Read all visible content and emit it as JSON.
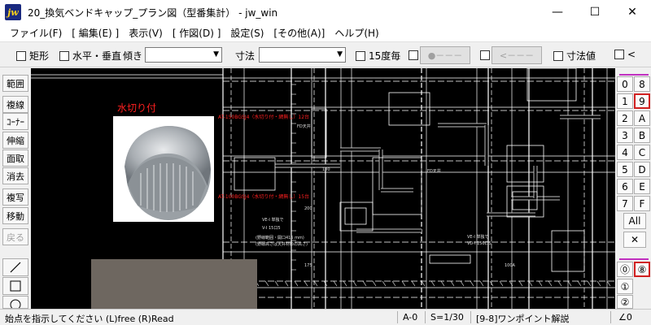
{
  "window": {
    "app_icon": "jw",
    "title": "20_換気ベンドキャップ_プラン図（型番集計） - jw_win",
    "minimize": "—",
    "maximize": "☐",
    "close": "✕"
  },
  "menu": [
    "ファイル(F)",
    "[ 編集(E) ]",
    "表示(V)",
    "[ 作図(D) ]",
    "設定(S)",
    "[その他(A)]",
    "ヘルプ(H)"
  ],
  "toolbar": {
    "rect": "矩形",
    "horiz_vert": "水平・垂直",
    "tilt": "傾き",
    "tilt_value": "",
    "dim": "寸法",
    "dim_value": "",
    "deg15": "15度毎",
    "dots_btn": "●－－－",
    "arrow_btn": "<－－－",
    "dim_val": "寸法値",
    "lt": "<"
  },
  "left_tools": [
    "範囲",
    "複線",
    "ｺｰﾅｰ",
    "伸縮",
    "面取",
    "消去",
    "複写",
    "移動",
    "戻る"
  ],
  "draw_tools": {
    "line": "line-tool-icon",
    "rect": "rectangle-tool-icon",
    "circle": "circle-tool-icon"
  },
  "right_layers": {
    "row1": [
      "0",
      "8"
    ],
    "row2": [
      "1",
      "9"
    ],
    "letters": [
      "2",
      "A",
      "3",
      "B",
      "4",
      "C",
      "5",
      "D",
      "6",
      "E",
      "7",
      "F"
    ],
    "all": "All",
    "cross": "✕",
    "circled": [
      "⓪",
      "⑧",
      "①",
      "②"
    ]
  },
  "canvas": {
    "label": "水切り付",
    "note1": "AT-150BGSJ4（水切り付・網無し）12台",
    "note2": "AT-100BGSJ4（水切り付・網無し）15台",
    "small_texts": [
      "VE-I 単独で",
      "V-I 15口5",
      "(野線範囲・開口415 mm)",
      "(野線高さは天井材料の高さ)",
      "FD天井",
      "FD天井",
      "100",
      "175",
      "200",
      "100A",
      "VE-I 単独で",
      "VD-I 150口5"
    ]
  },
  "status": {
    "message": "始点を指示してください (L)free (R)Read",
    "layer": "A-0",
    "scale": "S=1/30",
    "hint": "[9-8]ワンポイント解説",
    "angle": "∠0"
  },
  "colors": {
    "canvas_bg": "#000000",
    "line": "#ffffff",
    "red": "#ff2020",
    "magenta": "#c030c0"
  }
}
